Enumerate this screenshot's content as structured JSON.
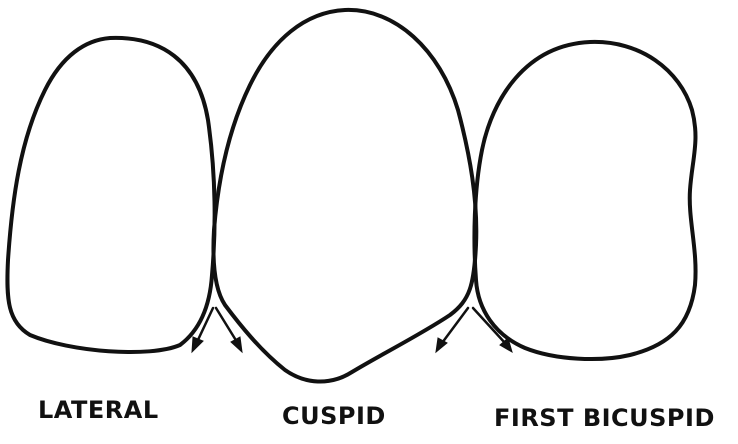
{
  "labels": {
    "lateral": "LATERAL",
    "cuspid": "CUSPID",
    "first_bicuspid": "FIRST BICUSPID"
  },
  "colors": {
    "line": "#111111",
    "background": "#ffffff"
  }
}
